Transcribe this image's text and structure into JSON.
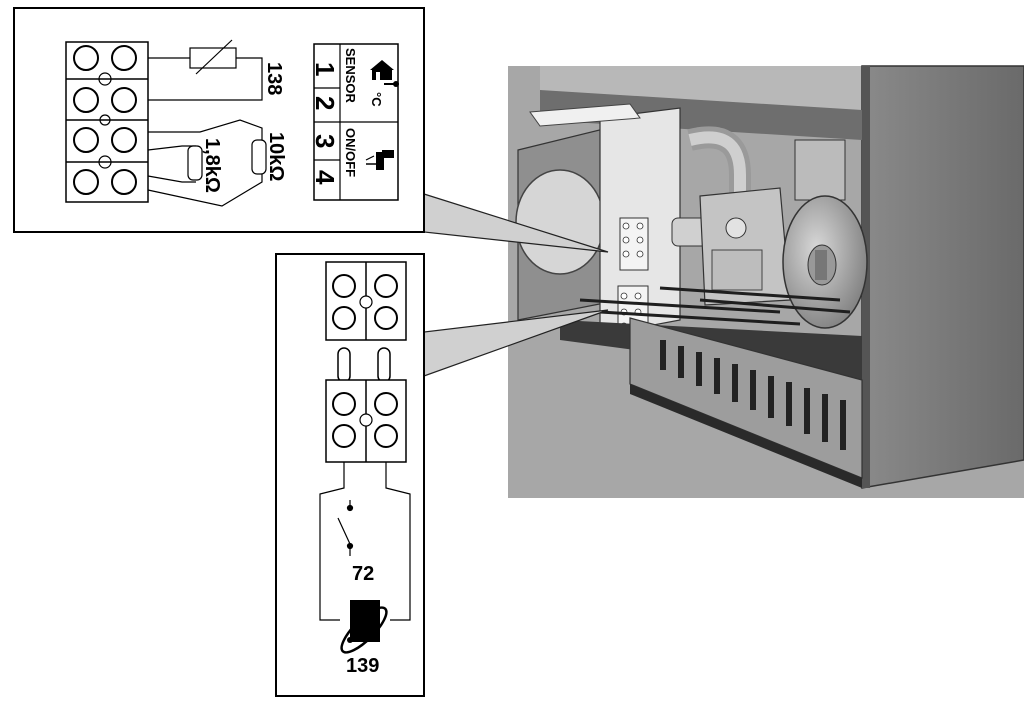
{
  "top_panel": {
    "resistor_label": "138",
    "resistor_1": "1,8kΩ",
    "resistor_2": "10kΩ",
    "legend": {
      "sensor": "SENSOR",
      "onoff": "ON/OFF",
      "t1": "1",
      "t2": "2",
      "t3": "3",
      "t4": "4",
      "temp_unit": "°C"
    }
  },
  "bottom_panel": {
    "switch_label": "72",
    "sensor_label": "139"
  },
  "icons": {
    "thermo": "house-thermometer-icon",
    "tap": "water-tap-icon",
    "sensor": "current-sensor-icon"
  }
}
